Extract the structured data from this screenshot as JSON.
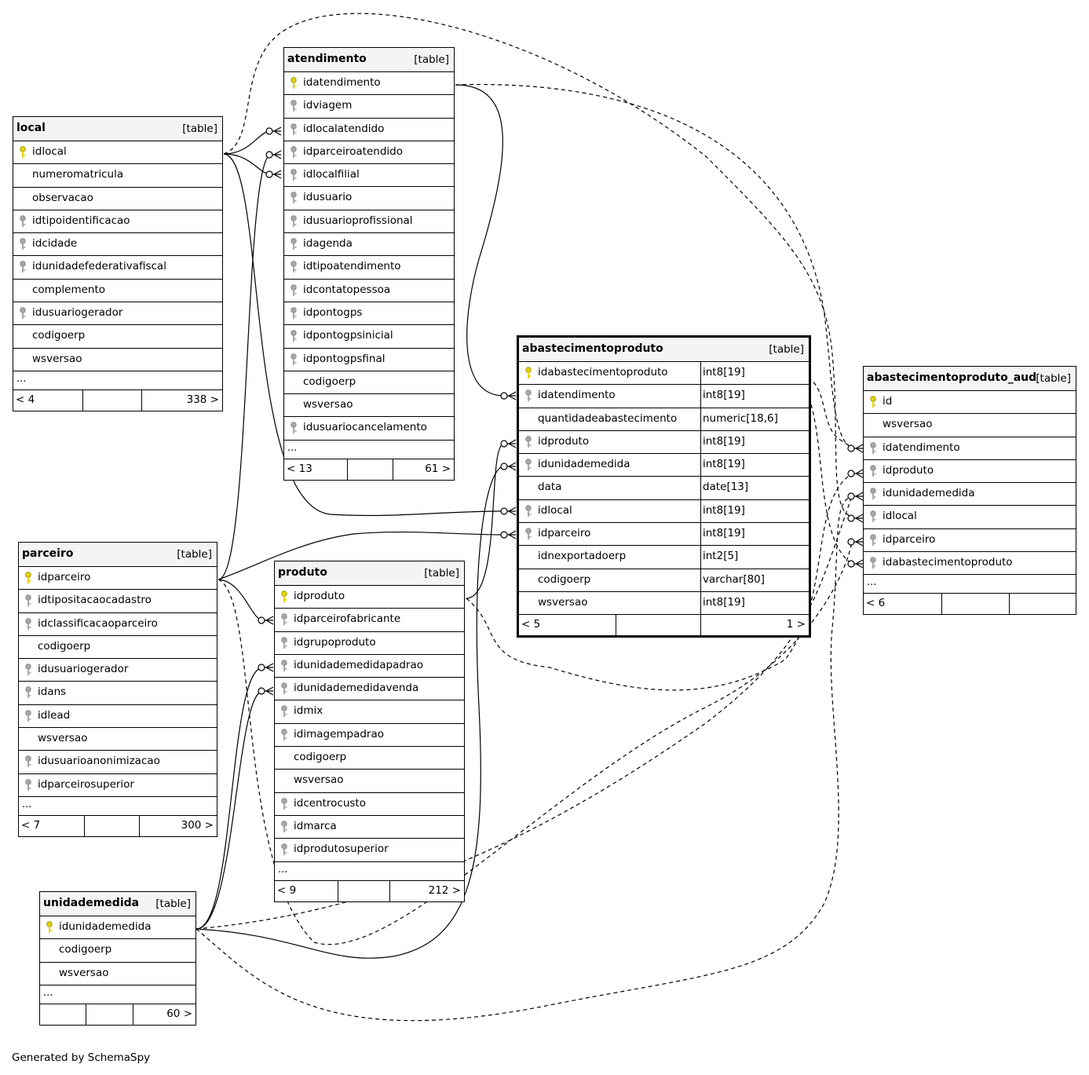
{
  "tables": [
    {
      "id": "local",
      "name": "local",
      "kind": "[table]",
      "left": "< 4",
      "right": "338 >",
      "columns": [
        {
          "name": "idlocal",
          "key": "pk"
        },
        {
          "name": "numeromatricula",
          "key": ""
        },
        {
          "name": "observacao",
          "key": ""
        },
        {
          "name": "idtipoidentificacao",
          "key": "fk"
        },
        {
          "name": "idcidade",
          "key": "fk"
        },
        {
          "name": "idunidadefederativafiscal",
          "key": "fk"
        },
        {
          "name": "complemento",
          "key": ""
        },
        {
          "name": "idusuariogerador",
          "key": "fk"
        },
        {
          "name": "codigoerp",
          "key": ""
        },
        {
          "name": "wsversao",
          "key": ""
        }
      ],
      "more": "..."
    },
    {
      "id": "atendimento",
      "name": "atendimento",
      "kind": "[table]",
      "left": "< 13",
      "right": "61 >",
      "columns": [
        {
          "name": "idatendimento",
          "key": "pk"
        },
        {
          "name": "idviagem",
          "key": "fk"
        },
        {
          "name": "idlocalatendido",
          "key": "fk"
        },
        {
          "name": "idparceiroatendido",
          "key": "fk"
        },
        {
          "name": "idlocalfilial",
          "key": "fk"
        },
        {
          "name": "idusuario",
          "key": "fk"
        },
        {
          "name": "idusuarioprofissional",
          "key": "fk"
        },
        {
          "name": "idagenda",
          "key": "fk"
        },
        {
          "name": "idtipoatendimento",
          "key": "fk"
        },
        {
          "name": "idcontatopessoa",
          "key": "fk"
        },
        {
          "name": "idpontogps",
          "key": "fk"
        },
        {
          "name": "idpontogpsinicial",
          "key": "fk"
        },
        {
          "name": "idpontogpsfinal",
          "key": "fk"
        },
        {
          "name": "codigoerp",
          "key": ""
        },
        {
          "name": "wsversao",
          "key": ""
        },
        {
          "name": "idusuariocancelamento",
          "key": "fk"
        }
      ],
      "more": "..."
    },
    {
      "id": "abastecimentoproduto",
      "name": "abastecimentoproduto",
      "kind": "[table]",
      "left": "< 5",
      "right": "1 >",
      "columns": [
        {
          "name": "idabastecimentoproduto",
          "key": "pk",
          "type": "int8[19]"
        },
        {
          "name": "idatendimento",
          "key": "fk",
          "type": "int8[19]"
        },
        {
          "name": "quantidadeabastecimento",
          "key": "",
          "type": "numeric[18,6]"
        },
        {
          "name": "idproduto",
          "key": "fk",
          "type": "int8[19]"
        },
        {
          "name": "idunidademedida",
          "key": "fk",
          "type": "int8[19]"
        },
        {
          "name": "data",
          "key": "",
          "type": "date[13]"
        },
        {
          "name": "idlocal",
          "key": "fk",
          "type": "int8[19]"
        },
        {
          "name": "idparceiro",
          "key": "fk",
          "type": "int8[19]"
        },
        {
          "name": "idnexportadoerp",
          "key": "",
          "type": "int2[5]"
        },
        {
          "name": "codigoerp",
          "key": "",
          "type": "varchar[80]"
        },
        {
          "name": "wsversao",
          "key": "",
          "type": "int8[19]"
        }
      ],
      "more": ""
    },
    {
      "id": "abastecimentoproduto_aud",
      "name": "abastecimentoproduto_aud",
      "kind": "[table]",
      "left": "< 6",
      "right": "",
      "columns": [
        {
          "name": "id",
          "key": "pk"
        },
        {
          "name": "wsversao",
          "key": ""
        },
        {
          "name": "idatendimento",
          "key": "fk"
        },
        {
          "name": "idproduto",
          "key": "fk"
        },
        {
          "name": "idunidademedida",
          "key": "fk"
        },
        {
          "name": "idlocal",
          "key": "fk"
        },
        {
          "name": "idparceiro",
          "key": "fk"
        },
        {
          "name": "idabastecimentoproduto",
          "key": "fk"
        }
      ],
      "more": "..."
    },
    {
      "id": "parceiro",
      "name": "parceiro",
      "kind": "[table]",
      "left": "< 7",
      "right": "300 >",
      "columns": [
        {
          "name": "idparceiro",
          "key": "pk"
        },
        {
          "name": "idtipositacaocadastro",
          "key": "fk"
        },
        {
          "name": "idclassificacaoparceiro",
          "key": "fk"
        },
        {
          "name": "codigoerp",
          "key": ""
        },
        {
          "name": "idusuariogerador",
          "key": "fk"
        },
        {
          "name": "idans",
          "key": "fk"
        },
        {
          "name": "idlead",
          "key": "fk"
        },
        {
          "name": "wsversao",
          "key": ""
        },
        {
          "name": "idusuarioanonimizacao",
          "key": "fk"
        },
        {
          "name": "idparceirosuperior",
          "key": "fk"
        }
      ],
      "more": "..."
    },
    {
      "id": "produto",
      "name": "produto",
      "kind": "[table]",
      "left": "< 9",
      "right": "212 >",
      "columns": [
        {
          "name": "idproduto",
          "key": "pk"
        },
        {
          "name": "idparceirofabricante",
          "key": "fk"
        },
        {
          "name": "idgrupoproduto",
          "key": "fk"
        },
        {
          "name": "idunidademedidapadrao",
          "key": "fk"
        },
        {
          "name": "idunidademedidavenda",
          "key": "fk"
        },
        {
          "name": "idmix",
          "key": "fk"
        },
        {
          "name": "idimagempadrao",
          "key": "fk"
        },
        {
          "name": "codigoerp",
          "key": ""
        },
        {
          "name": "wsversao",
          "key": ""
        },
        {
          "name": "idcentrocusto",
          "key": "fk"
        },
        {
          "name": "idmarca",
          "key": "fk"
        },
        {
          "name": "idprodutosuperior",
          "key": "fk"
        }
      ],
      "more": "..."
    },
    {
      "id": "unidademedida",
      "name": "unidademedida",
      "kind": "[table]",
      "left": "",
      "right": "60 >",
      "columns": [
        {
          "name": "idunidademedida",
          "key": "pk"
        },
        {
          "name": "codigoerp",
          "key": ""
        },
        {
          "name": "wsversao",
          "key": ""
        }
      ],
      "more": "..."
    }
  ],
  "footer_text": "Generated by SchemaSpy",
  "colors": {
    "pk": "#e5d40b",
    "fk": "#a8a8a8",
    "header": "#f4f4f4"
  }
}
